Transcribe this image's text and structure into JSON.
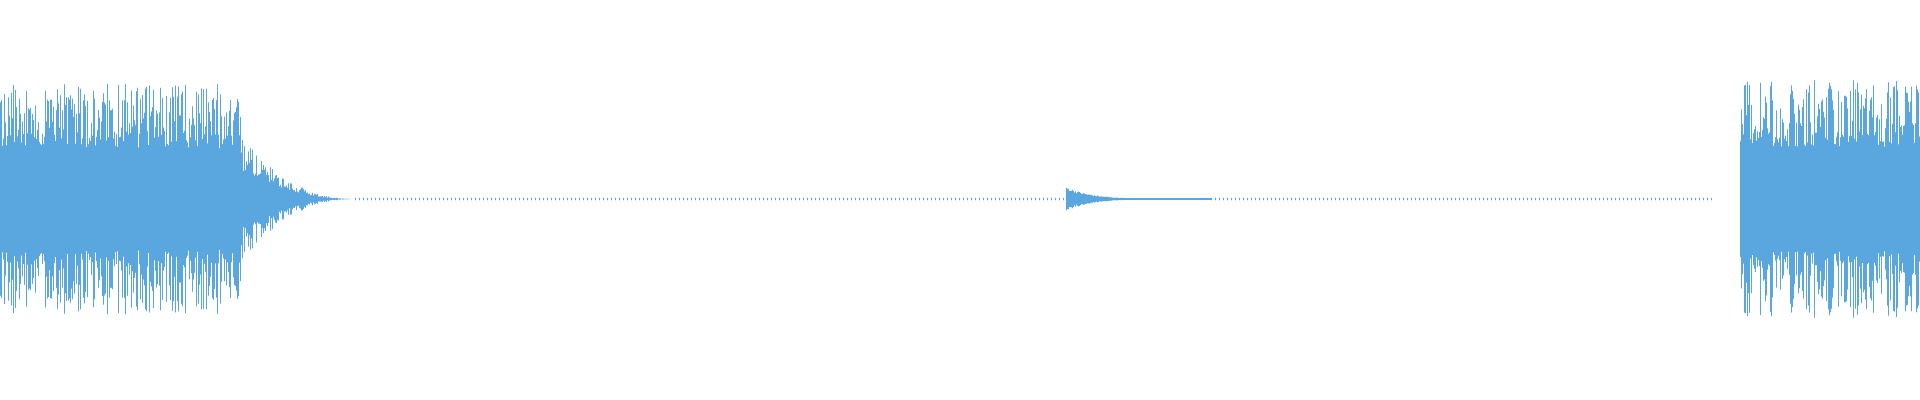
{
  "waveform": {
    "color": "#5aa7e0",
    "segments": [
      {
        "kind": "loud-burst",
        "start": 0.0,
        "end": 0.125,
        "level": 0.66,
        "decay_end": 0.185
      },
      {
        "kind": "transient",
        "start": 0.555,
        "end": 0.63,
        "level": 0.09
      },
      {
        "kind": "loud-burst",
        "start": 0.906,
        "end": 1.0,
        "level": 0.68
      }
    ],
    "silence_dots": {
      "start": 0.185,
      "end": 0.892,
      "level": 0.01
    }
  }
}
